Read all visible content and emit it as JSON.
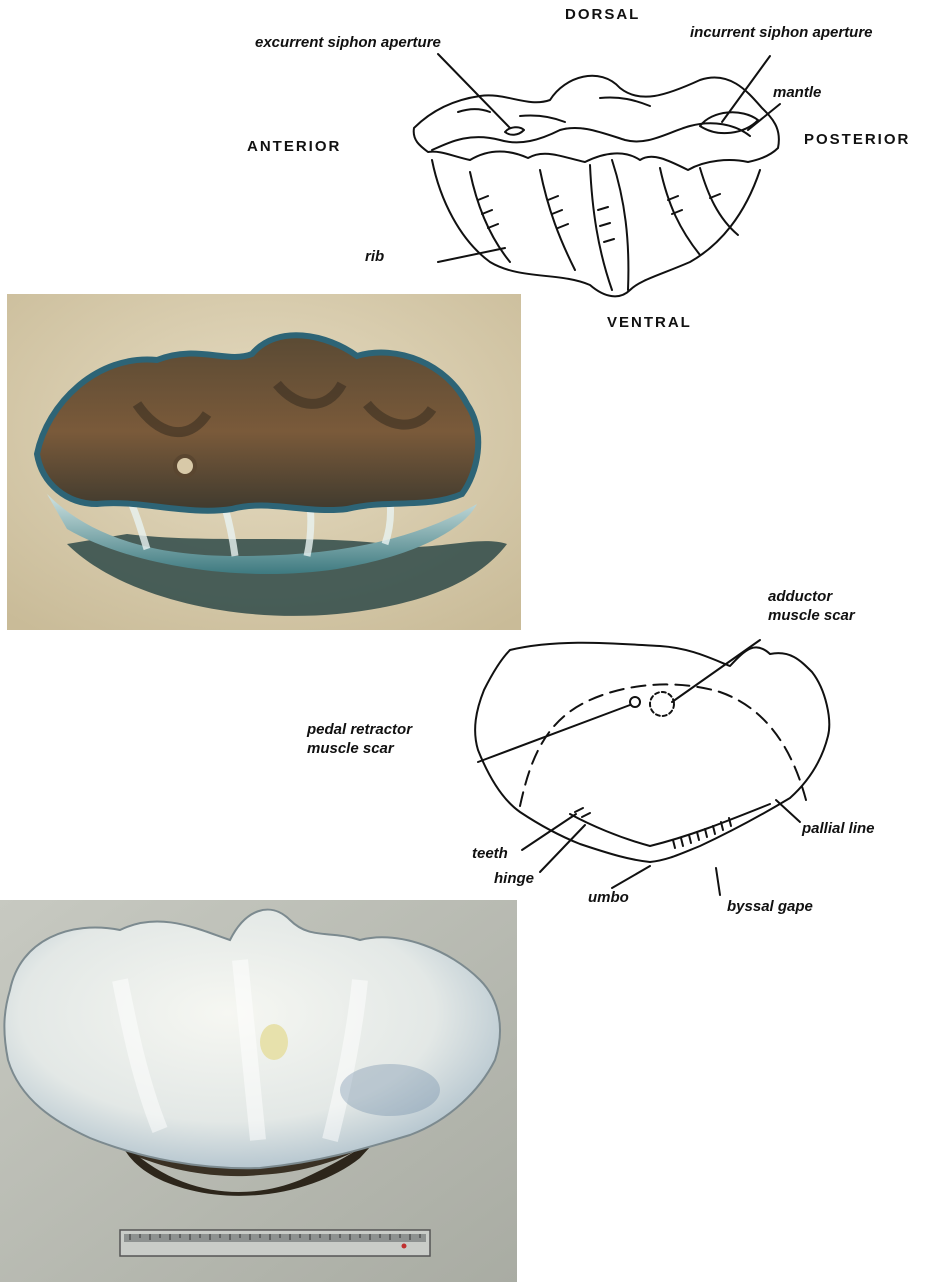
{
  "top_diagram": {
    "orientation": {
      "dorsal": "DORSAL",
      "anterior": "ANTERIOR",
      "posterior": "POSTERIOR",
      "ventral": "VENTRAL"
    },
    "labels": {
      "excurrent": "excurrent siphon aperture",
      "incurrent": "incurrent siphon aperture",
      "mantle": "mantle",
      "rib": "rib"
    }
  },
  "shell_diagram": {
    "labels": {
      "adductor_1": "adductor",
      "adductor_2": "muscle scar",
      "pedal_1": "pedal retractor",
      "pedal_2": "muscle scar",
      "pallial": "pallial line",
      "teeth": "teeth",
      "hinge": "hinge",
      "umbo": "umbo",
      "byssal": "byssal gape"
    }
  },
  "colors": {
    "sand": "#d9cdb0",
    "mantle_brown": "#6b5236",
    "mantle_blue": "#2e6f86",
    "shell_white": "#eef0ec",
    "backdrop_grey": "#b9bbb2"
  }
}
